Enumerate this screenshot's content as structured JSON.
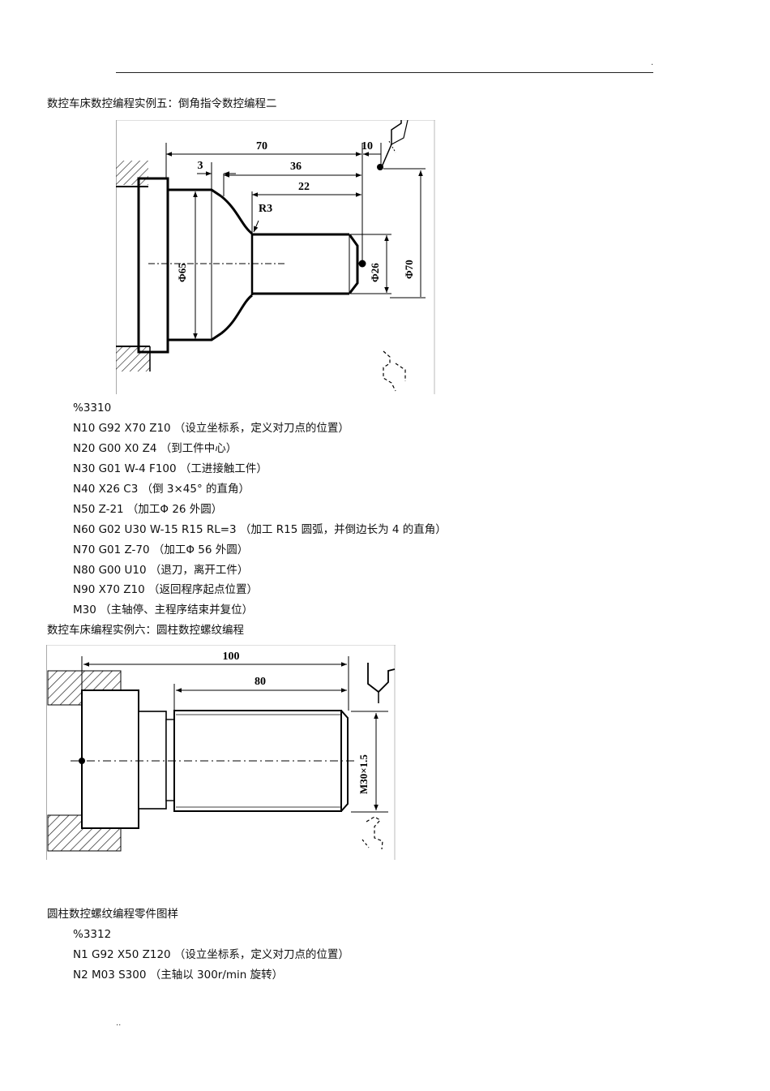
{
  "header": {
    "corner_mark": "."
  },
  "section5": {
    "title": "数控车床数控编程实例五：倒角指令数控编程二",
    "figure": {
      "dim_70": "70",
      "dim_10": "10",
      "dim_3": "3",
      "dim_36": "36",
      "dim_22": "22",
      "radius": "R3",
      "dia_65": "Φ65",
      "dia_26": "Φ26",
      "dia_70": "Φ70"
    },
    "program": [
      "%3310",
      "N10 G92 X70 Z10 （设立坐标系，定义对刀点的位置）",
      "N20 G00 X0 Z4 （到工件中心）",
      "N30 G01 W-4 F100 （工进接触工件）",
      "N40 X26 C3  （倒 3×45° 的直角）",
      "N50 Z-21  （加工Φ 26 外圆）",
      "N60 G02 U30 W-15 R15 RL=3   （加工 R15 圆弧，并倒边长为  4 的直角）",
      "N70 G01 Z-70  （加工Φ 56 外圆）",
      "N80 G00 U10 （退刀，离开工件）",
      "N90 X70 Z10 （返回程序起点位置）",
      "M30 （主轴停、主程序结束并复位）"
    ]
  },
  "section6": {
    "title": "数控车床编程实例六：圆柱数控螺纹编程",
    "figure": {
      "dim_100": "100",
      "dim_80": "80",
      "thread": "M30×1.5"
    },
    "caption": "圆柱数控螺纹编程零件图样",
    "program": [
      "%3312",
      "N1 G92 X50 Z120 （设立坐标系，定义对刀点的位置）",
      "N2 M03 S300 （主轴以  300r/min 旋转）"
    ]
  },
  "footer": {
    "corner_mark": ".."
  }
}
